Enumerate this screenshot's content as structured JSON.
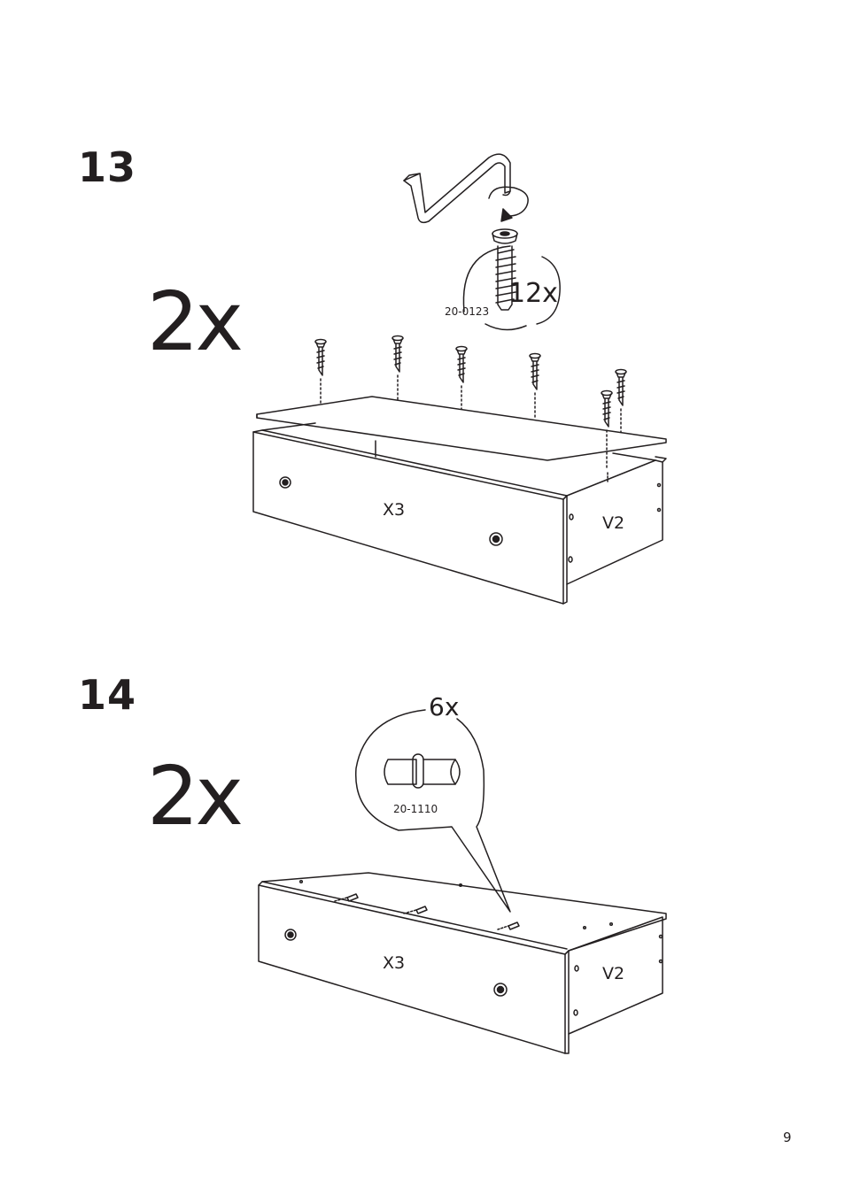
{
  "page_number": "9",
  "steps": [
    {
      "number": "13",
      "multiplier": "2x",
      "hardware_count": "12x",
      "hardware_code": "20-0123",
      "panel_front": "X3",
      "panel_side": "V2",
      "tool_icon": "allen-key-icon"
    },
    {
      "number": "14",
      "multiplier": "2x",
      "hardware_count": "6x",
      "hardware_code": "20-1110",
      "panel_front": "X3",
      "panel_side": "V2"
    }
  ]
}
